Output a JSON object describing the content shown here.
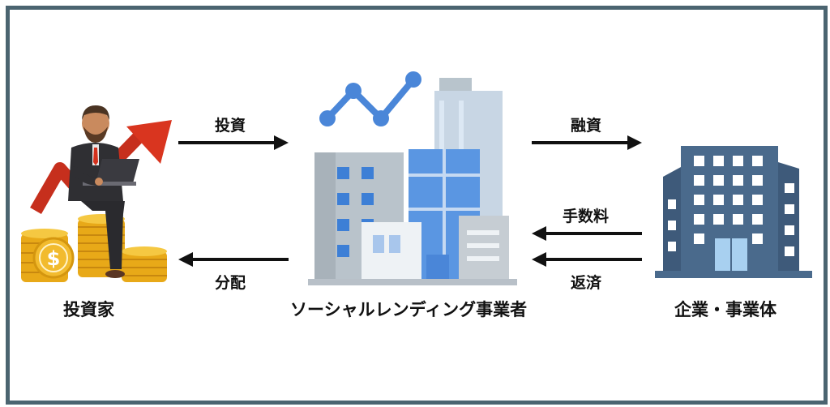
{
  "nodes": {
    "investor": "投資家",
    "lender": "ソーシャルレンディング事業者",
    "company": "企業・事業体"
  },
  "flows": {
    "invest": "投資",
    "distribution": "分配",
    "loan": "融資",
    "fee": "手数料",
    "repayment": "返済"
  },
  "icons": {
    "investor": "investor-with-laptop-and-coins",
    "lender": "office-buildings-with-growth-graph",
    "company": "office-building"
  },
  "colors": {
    "border": "#4b6470",
    "arrow": "#111111",
    "building_blue": "#4a6a8c",
    "accent_blue": "#4a86d8"
  }
}
